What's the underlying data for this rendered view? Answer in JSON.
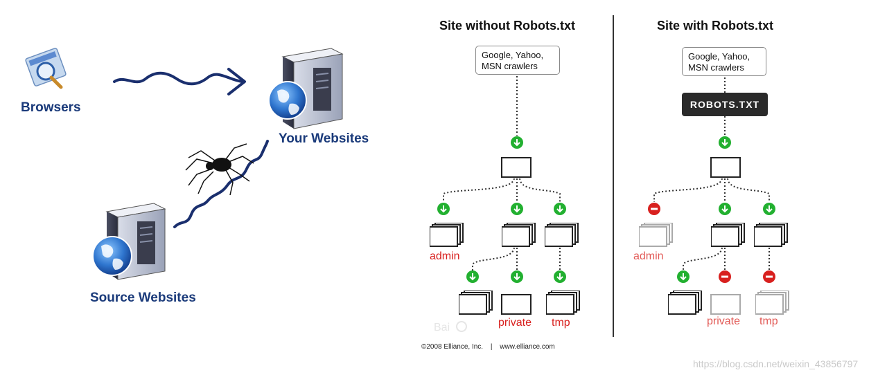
{
  "left": {
    "browsers_label": "Browsers",
    "your_websites_label": "Your Websites",
    "source_websites_label": "Source Websites"
  },
  "without": {
    "title": "Site without Robots.txt",
    "crawlers": [
      "Google, Yahoo,",
      "MSN crawlers"
    ],
    "folders": {
      "admin": "admin",
      "private": "private",
      "tmp": "tmp"
    }
  },
  "with": {
    "title": "Site with Robots.txt",
    "crawlers": [
      "Google, Yahoo,",
      "MSN crawlers"
    ],
    "robots_label": "ROBOTS.TXT",
    "folders": {
      "admin": "admin",
      "private": "private",
      "tmp": "tmp"
    }
  },
  "footer": {
    "copyright": "©2008 Elliance, Inc.",
    "separator": "|",
    "site": "www.elliance.com"
  },
  "watermark": {
    "url": "https://blog.csdn.net/weixin_43856797"
  },
  "colors": {
    "allow_green": "#22b030",
    "deny_red": "#d8201e",
    "navy": "#1a2f6e",
    "label_blue": "#1a3a7a"
  }
}
